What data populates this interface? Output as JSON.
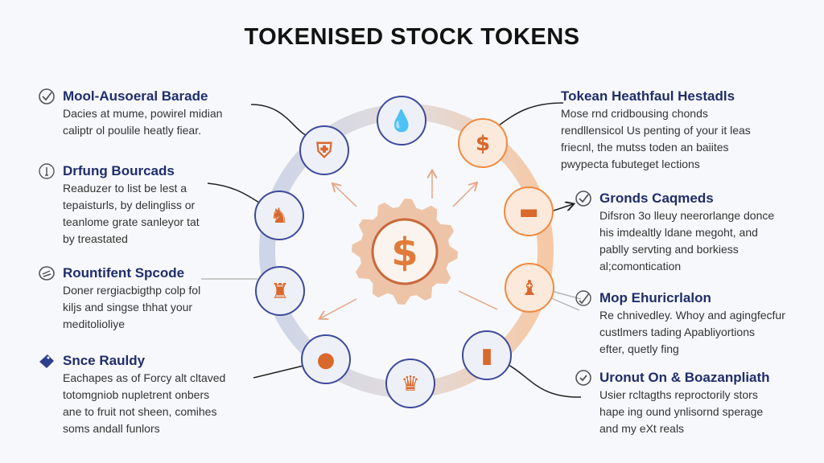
{
  "title": "TOKENISED STOCK TOKENS",
  "colors": {
    "heading": "#1f2d6b",
    "accent": "#e07b39",
    "ring_blue": "#cdd5e8",
    "ring_orange": "#f6cfb0",
    "node_border": "#3d4a9a"
  },
  "left_items": [
    {
      "icon": "check-badge-icon",
      "heading": "Mool-Ausoeral Barade",
      "lines": [
        "Dacies at mume, powirel midian",
        "caliptr ol poulile heatly fiear."
      ]
    },
    {
      "icon": "info-icon",
      "heading": "Drfung Bourcads",
      "lines": [
        "Readuzer to list be lest a",
        "tepaisturls, by delingliss or",
        "teanlome grate sanleyor tat",
        "by treastated"
      ]
    },
    {
      "icon": "chat-check-icon",
      "heading": "Rountifent Spcode",
      "lines": [
        "Doner rergiacbigthp colp fol",
        "kiljs and singse thhat your",
        "meditolioliye"
      ]
    },
    {
      "icon": "tag-icon",
      "heading": "Snce Rauldy",
      "lines": [
        "Eachapes as of Forcy alt cltaved",
        "totomgniob nupletrent onbers",
        "ane to fruit not sheen, comihes",
        "soms andall funlors"
      ]
    }
  ],
  "right_items": [
    {
      "icon": "none",
      "heading": "Tokean Heathfaul Hestadls",
      "lines": [
        "Mose rnd cridbousing chonds",
        "rendllensicol Us penting of your it leas",
        "friecnl, the mutss toden an baiites",
        "pwypecta fubuteget lections"
      ]
    },
    {
      "icon": "check-badge-icon",
      "heading": "Gronds Caqmeds",
      "lines": [
        "Difsron 3o lleuy neerorlange donce",
        "his imdealtly ldane megoht, and",
        "pablly servting and borkiess",
        "al;comontication"
      ]
    },
    {
      "icon": "pen-check-icon",
      "heading": "Mop Ehuricrlalon",
      "lines": [
        "Re chnivedley. Whoy and agingfecfur",
        "custlmers tading Apabliyortions",
        "efter, quetly fing"
      ]
    },
    {
      "icon": "check-circle-icon",
      "heading": "Uronut On & Boazanpliath",
      "lines": [
        "Usier rcltagths reproctorily stors",
        "hape ing ound ynlisornd sperage",
        "and my eXt reals"
      ]
    }
  ],
  "center": {
    "symbol": "$",
    "icon": "gear-dollar-icon"
  },
  "nodes": [
    {
      "name": "drop-icon",
      "glyph": "💧",
      "style": "blue"
    },
    {
      "name": "shield-icon",
      "glyph": "⛨",
      "style": "blue"
    },
    {
      "name": "dollar-icon",
      "glyph": "$",
      "style": "orange"
    },
    {
      "name": "trader-icon",
      "glyph": "♞",
      "style": "blue"
    },
    {
      "name": "vault-icon",
      "glyph": "▬",
      "style": "orange"
    },
    {
      "name": "figure-icon",
      "glyph": "♜",
      "style": "blue"
    },
    {
      "name": "statue-icon",
      "glyph": "♝",
      "style": "orange"
    },
    {
      "name": "bulb-icon",
      "glyph": "●",
      "style": "blue"
    },
    {
      "name": "factory-icon",
      "glyph": "▮",
      "style": "blue"
    },
    {
      "name": "vase-icon",
      "glyph": "♛",
      "style": "blue"
    }
  ]
}
